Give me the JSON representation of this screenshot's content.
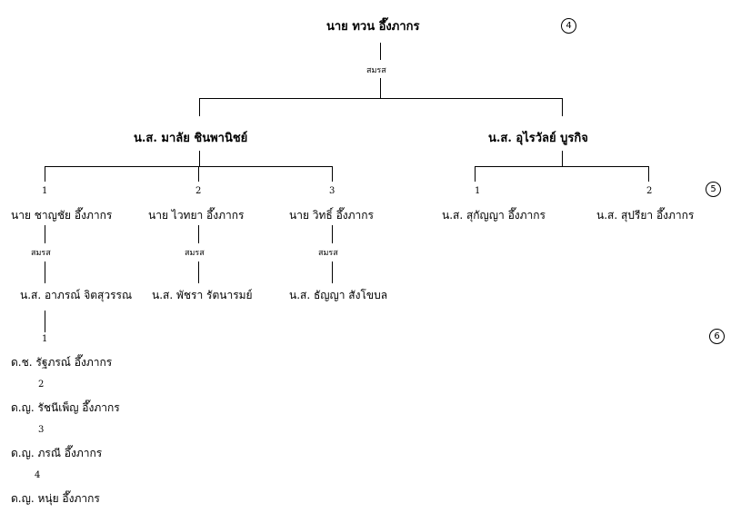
{
  "generation_markers": [
    "4",
    "5",
    "6"
  ],
  "root": {
    "name": "นาย ทวน อึ๊งภากร",
    "marriage_label": "สมรส"
  },
  "spouses": [
    {
      "name": "น.ส. มาลัย ชินพานิชย์"
    },
    {
      "name": "น.ส. อุไรวัลย์ บูรกิจ"
    }
  ],
  "children_malai": [
    {
      "number": "1",
      "name": "นาย  ชาญชัย อึ๊งภากร",
      "marriage_label": "สมรส",
      "spouse": "น.ส.  อาภรณ์ จิตสุวรรณ"
    },
    {
      "number": "2",
      "name": "นาย ไวทยา อึ๊งภากร",
      "marriage_label": "สมรส",
      "spouse": "น.ส. พัชรา รัตนารมย์"
    },
    {
      "number": "3",
      "name": "นาย  วิทธิ์  อึ๊งภากร",
      "marriage_label": "สมรส",
      "spouse": "น.ส. ธัญญา สังโขบล"
    }
  ],
  "children_urai": [
    {
      "number": "1",
      "name": "น.ส. สุกัญญา อึ๊งภากร"
    },
    {
      "number": "2",
      "name": "น.ส. สุปรียา อึ๊งภากร"
    }
  ],
  "grandchildren": [
    {
      "number": "1",
      "name": "ด.ช. รัฐภรณ์  อึ๊งภากร"
    },
    {
      "number": "2",
      "name": "ด.ญ. รัชนีเพ็ญ  อึ๊งภากร"
    },
    {
      "number": "3",
      "name": "ด.ญ.  ภรณี อึ๊งภากร"
    },
    {
      "number": "4",
      "name": "ด.ญ.  หนุ่ย  อึ๊งภากร"
    }
  ]
}
